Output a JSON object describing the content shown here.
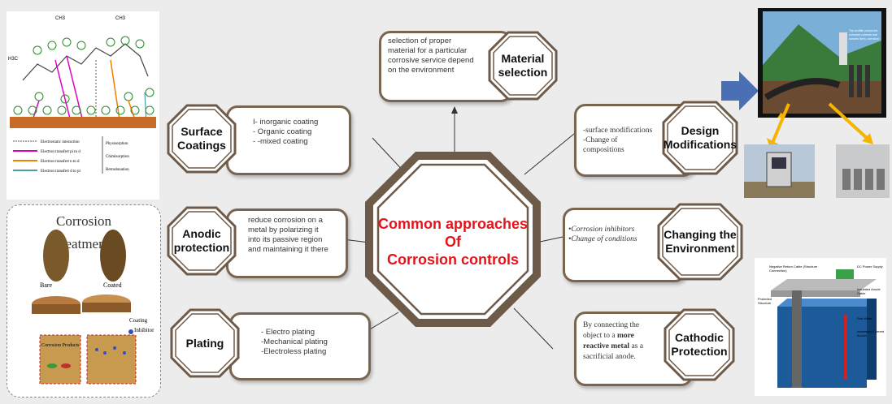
{
  "center": {
    "line1": "Common approaches",
    "line2": "Of",
    "line3": "Corrosion controls"
  },
  "methods": {
    "material": {
      "title_l1": "Material",
      "title_l2": "selection",
      "text": [
        "selection of proper",
        " material for a particular",
        "corrosive service depend",
        "on the environment"
      ]
    },
    "surface": {
      "title_l1": "Surface",
      "title_l2": "Coatings",
      "text": [
        "I- inorganic coating",
        "- Organic coating",
        "- -mixed coating"
      ]
    },
    "anodic": {
      "title_l1": "Anodic",
      "title_l2": "protection",
      "text": [
        "reduce corrosion on a",
        "metal by polarizing it",
        "into its passive region",
        "and maintaining it there"
      ]
    },
    "plating": {
      "title": "Plating",
      "text": [
        "- Electro plating",
        "-Mechanical plating",
        "-Electroless plating"
      ]
    },
    "design": {
      "title_l1": "Design",
      "title_l2": "Modifications",
      "text": [
        "-surface modifications",
        "-Change of",
        "compositions"
      ]
    },
    "environment": {
      "title_l1": "Changing the",
      "title_l2": "Environment",
      "text": [
        "•Corrosion inhibitors",
        "•Change of conditions"
      ]
    },
    "cathodic": {
      "title_l1": "Cathodic",
      "title_l2": "Protection",
      "text_l1": "By connecting the",
      "text_l2a": "object to a ",
      "text_l2b": "more",
      "text_l3a": "reactive metal",
      "text_l3b": " as a",
      "text_l4": "sacrificial anode."
    }
  },
  "images": {
    "chem": {
      "ch3_a": "CH3",
      "ch3_b": "CH3",
      "h3c": "H3C",
      "legend": [
        "Electrostatic interaction",
        "Electron transfert pi to d",
        "Electron transfert n to d",
        "Electron transfert d to pi"
      ],
      "legend_right": [
        "Physisorption",
        "Chimisorption",
        "Retrodonation"
      ]
    },
    "treatments": {
      "title_l1": "Corrosion",
      "title_l2": "Treatments",
      "bare": "Bare",
      "coated": "Coated",
      "coating": "Coating",
      "inhibitor": "Inhibitor",
      "products": "Corrosion Products"
    },
    "pipeline": {
      "caption": "The rectifier pulses the corrosive currents and cancels them, corrosion"
    },
    "tank": {
      "labels": [
        "Negative Return Cable (Structure Connection)",
        "DC Power Supply",
        "Insulated Anode Cable",
        "Protected Structure",
        "Sea Water",
        "Impressed Current Anode"
      ]
    }
  },
  "colors": {
    "accent_red": "#e3141a",
    "frame_brown": "#6e5a48",
    "arrow_blue": "#4a6fb5",
    "arrow_yellow": "#f4b400"
  }
}
